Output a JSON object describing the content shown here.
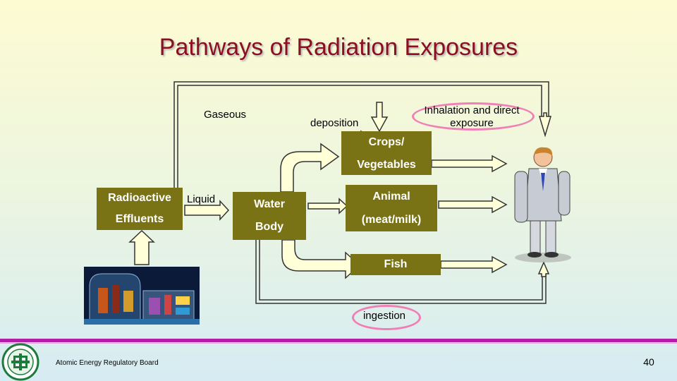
{
  "title": "Pathways of Radiation Exposures",
  "labels": {
    "gaseous": "Gaseous",
    "deposition": "deposition",
    "inhalation_line1": "Inhalation and direct",
    "inhalation_line2": "exposure",
    "liquid": "Liquid",
    "ingestion": "ingestion"
  },
  "boxes": {
    "radioactive_effluents": [
      "Radioactive",
      "Effluents"
    ],
    "water_body": [
      "Water",
      "Body"
    ],
    "crops_vegetables": [
      "Crops/",
      "Vegetables"
    ],
    "animal": [
      "Animal",
      "(meat/milk)"
    ],
    "fish": "Fish"
  },
  "footer": {
    "organization": "Atomic Energy Regulatory Board",
    "page_number": "40"
  },
  "colors": {
    "box": "#7a7316",
    "title": "#8a1020",
    "arrow_fill": "#ffffd8",
    "highlight_ring": "#f07fb6",
    "footer_bar": "#b21fa6"
  }
}
